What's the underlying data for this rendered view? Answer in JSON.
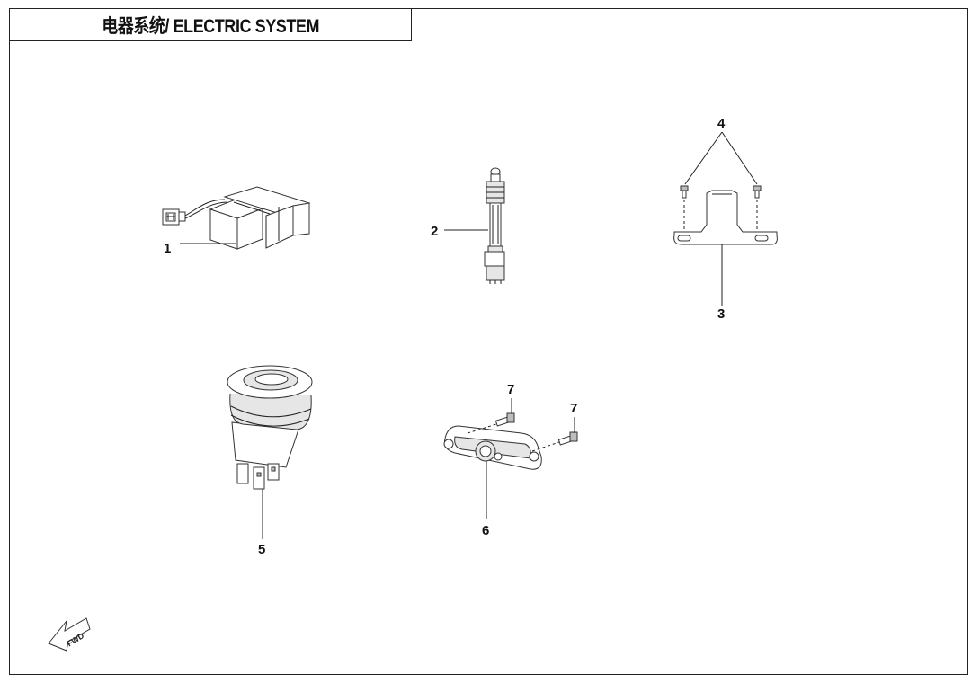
{
  "title": "电器系统/ ELECTRIC SYSTEM",
  "callouts": {
    "c1": "1",
    "c2": "2",
    "c3": "3",
    "c4": "4",
    "c5": "5",
    "c6": "6",
    "c7a": "7",
    "c7b": "7"
  },
  "fwd_label": "FWD",
  "parts": [
    {
      "id": "1",
      "icon": "relay-icon"
    },
    {
      "id": "2",
      "icon": "wire-harness-icon"
    },
    {
      "id": "3",
      "icon": "bracket-icon"
    },
    {
      "id": "4",
      "icon": "bolt-icon"
    },
    {
      "id": "5",
      "icon": "switch-icon"
    },
    {
      "id": "6",
      "icon": "lamp-icon"
    },
    {
      "id": "7",
      "icon": "screw-icon"
    }
  ]
}
